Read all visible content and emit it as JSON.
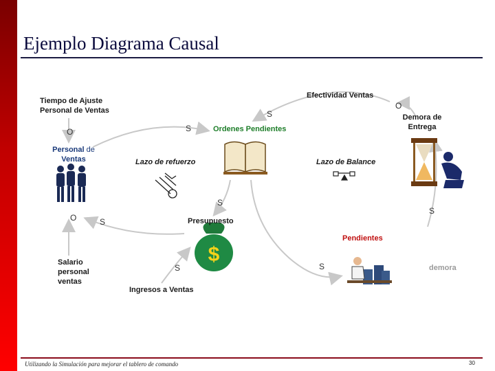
{
  "slide": {
    "title": "Ejemplo Diagrama Causal",
    "footer": "Utilizando la Simulación para mejorar el tablero de comando",
    "page_number": "30"
  },
  "nodes": {
    "tiempo_ajuste_1": "Tiempo de Ajuste",
    "tiempo_ajuste_2": "Personal de Ventas",
    "efectividad": "Efectividad Ventas",
    "demora_entrega_1": "Demora de",
    "demora_entrega_2": "Entrega",
    "ordenes": "Ordenes Pendientes",
    "personal_1": "Personal",
    "personal_2": "de",
    "personal_3": "Ventas",
    "presupuesto": "Presupuesto",
    "pendientes": "Pendientes",
    "salario_1": "Salario",
    "salario_2": "personal",
    "salario_3": "ventas",
    "ingresos": "Ingresos a Ventas",
    "demora": "demora"
  },
  "loops": {
    "refuerzo": "Lazo de refuerzo",
    "balance": "Lazo de Balance"
  },
  "signs": {
    "o": "O",
    "s": "S"
  },
  "icons": [
    "people-icon",
    "book-icon",
    "hand-icon",
    "scale-icon",
    "money-bag-icon",
    "hourglass-icon",
    "thinking-person-icon",
    "worker-icon"
  ]
}
